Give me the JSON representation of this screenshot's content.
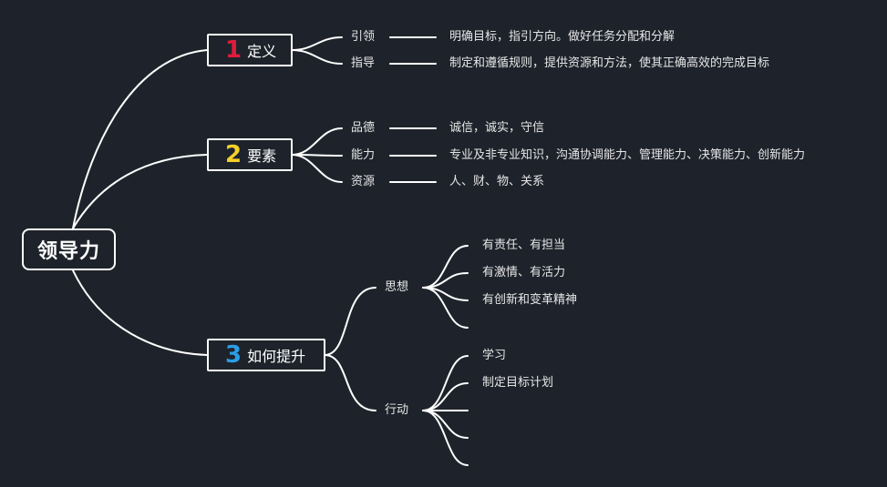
{
  "root": {
    "label": "领导力"
  },
  "branches": [
    {
      "number": "1",
      "number_color": "#e01b3c",
      "label": "定义",
      "children": [
        {
          "label": "引领",
          "detail": "明确目标，指引方向。做好任务分配和分解"
        },
        {
          "label": "指导",
          "detail": "制定和遵循规则，提供资源和方法，使其正确高效的完成目标"
        }
      ]
    },
    {
      "number": "2",
      "number_color": "#f5cf2a",
      "label": "要素",
      "children": [
        {
          "label": "品德",
          "detail": "诚信，诚实，守信"
        },
        {
          "label": "能力",
          "detail": "专业及非专业知识，沟通协调能力、管理能力、决策能力、创新能力"
        },
        {
          "label": "资源",
          "detail": "人、财、物、关系"
        }
      ]
    },
    {
      "number": "3",
      "number_color": "#2b9ee6",
      "label": "如何提升",
      "children": [
        {
          "label": "思想",
          "items": [
            "有责任、有担当",
            "有激情、有活力",
            "有创新和变革精神",
            ""
          ]
        },
        {
          "label": "行动",
          "items": [
            "学习",
            "制定目标计划",
            "",
            "",
            ""
          ]
        }
      ]
    }
  ],
  "colors": {
    "background": "#1e232b",
    "line": "#ffffff",
    "text": "#e6e6e6"
  }
}
